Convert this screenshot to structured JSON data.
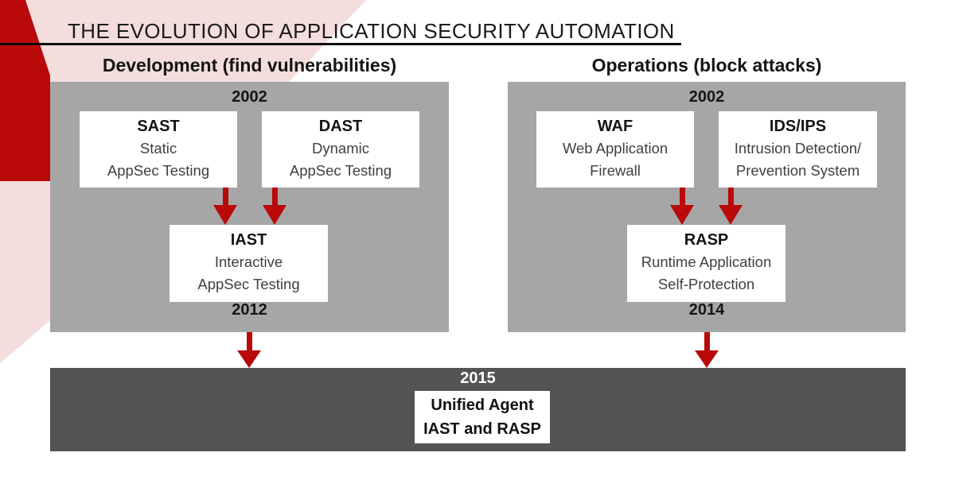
{
  "title": "THE EVOLUTION OF APPLICATION SECURITY AUTOMATION",
  "colors": {
    "accent-red": "#b90909",
    "pink": "#f4dddd",
    "panel-gray": "#a6a6a6",
    "bar-dark": "#545356",
    "text-secondary": "#3f3f3f"
  },
  "icons": {
    "down-arrow": "css-triangle-down"
  },
  "development": {
    "header": "Development (find vulnerabilities)",
    "start_year": "2002",
    "end_year": "2012",
    "boxes": {
      "sast": {
        "title": "SAST",
        "line1": "Static",
        "line2": "AppSec Testing"
      },
      "dast": {
        "title": "DAST",
        "line1": "Dynamic",
        "line2": "AppSec Testing"
      },
      "iast": {
        "title": "IAST",
        "line1": "Interactive",
        "line2": "AppSec Testing"
      }
    }
  },
  "operations": {
    "header": "Operations (block attacks)",
    "start_year": "2002",
    "end_year": "2014",
    "boxes": {
      "waf": {
        "title": "WAF",
        "line1": "Web Application",
        "line2": "Firewall"
      },
      "idsips": {
        "title": "IDS/IPS",
        "line1": "Intrusion Detection/",
        "line2": "Prevention System"
      },
      "rasp": {
        "title": "RASP",
        "line1": "Runtime Application",
        "line2": "Self-Protection"
      }
    }
  },
  "unified": {
    "year": "2015",
    "title": "Unified Agent",
    "subtitle": "IAST and RASP"
  }
}
